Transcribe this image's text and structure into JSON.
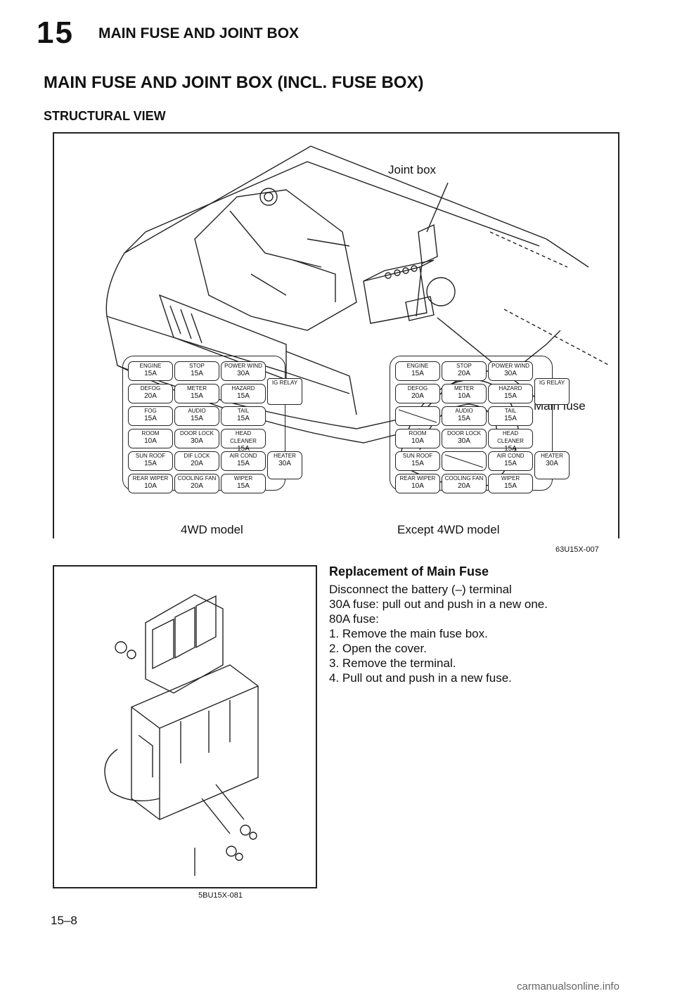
{
  "header": {
    "number": "15",
    "title": "MAIN FUSE AND JOINT BOX"
  },
  "section_title": "MAIN FUSE AND JOINT BOX (INCL. FUSE BOX)",
  "subtitle": "STRUCTURAL VIEW",
  "figure1": {
    "label_joint_box": "Joint box",
    "label_main_fuse": "Main fuse",
    "code": "63U15X-007",
    "fusebox_4wd": {
      "caption": "4WD model",
      "cells": [
        {
          "n": "ENGINE",
          "a": "15A"
        },
        {
          "n": "STOP",
          "a": "15A"
        },
        {
          "n": "POWER WIND",
          "a": "30A"
        },
        {
          "n": "DEFOG",
          "a": "20A"
        },
        {
          "n": "METER",
          "a": "15A"
        },
        {
          "n": "HAZARD",
          "a": "15A"
        },
        {
          "n": "FOG",
          "a": "15A"
        },
        {
          "n": "AUDIO",
          "a": "15A"
        },
        {
          "n": "TAIL",
          "a": "15A"
        },
        {
          "n": "ROOM",
          "a": "10A"
        },
        {
          "n": "DOOR LOCK",
          "a": "30A"
        },
        {
          "n": "HEAD CLEANER",
          "a": "15A"
        },
        {
          "n": "SUN ROOF",
          "a": "15A"
        },
        {
          "n": "DIF LOCK",
          "a": "20A"
        },
        {
          "n": "AIR COND",
          "a": "15A"
        },
        {
          "n": "REAR WIPER",
          "a": "10A"
        },
        {
          "n": "COOLING FAN",
          "a": "20A"
        },
        {
          "n": "WIPER",
          "a": "15A"
        }
      ],
      "ig_relay": "IG RELAY",
      "heater": {
        "n": "HEATER",
        "a": "30A"
      }
    },
    "fusebox_other": {
      "caption": "Except 4WD model",
      "cells": [
        {
          "n": "ENGINE",
          "a": "15A"
        },
        {
          "n": "STOP",
          "a": "20A"
        },
        {
          "n": "POWER WIND",
          "a": "30A"
        },
        {
          "n": "DEFOG",
          "a": "20A"
        },
        {
          "n": "METER",
          "a": "10A"
        },
        {
          "n": "HAZARD",
          "a": "15A"
        },
        {
          "n": "",
          "a": ""
        },
        {
          "n": "AUDIO",
          "a": "15A"
        },
        {
          "n": "TAIL",
          "a": "15A"
        },
        {
          "n": "ROOM",
          "a": "10A"
        },
        {
          "n": "DOOR LOCK",
          "a": "30A"
        },
        {
          "n": "HEAD CLEANER",
          "a": "15A"
        },
        {
          "n": "SUN ROOF",
          "a": "15A"
        },
        {
          "n": "",
          "a": ""
        },
        {
          "n": "AIR COND",
          "a": "15A"
        },
        {
          "n": "REAR WIPER",
          "a": "10A"
        },
        {
          "n": "COOLING FAN",
          "a": "20A"
        },
        {
          "n": "WIPER",
          "a": "15A"
        }
      ],
      "ig_relay": "IG RELAY",
      "heater": {
        "n": "HEATER",
        "a": "30A"
      }
    }
  },
  "figure2": {
    "code": "5BU15X-081"
  },
  "replacement": {
    "title": "Replacement of Main Fuse",
    "lines": [
      "Disconnect the battery (–) terminal",
      "30A fuse: pull out and push in a new one.",
      "80A fuse:",
      "1. Remove the main fuse box.",
      "2. Open the cover.",
      "3. Remove the terminal.",
      "4. Pull out and push in a new fuse."
    ]
  },
  "page_number": "15–8",
  "watermark": "carmanualsonline.info"
}
